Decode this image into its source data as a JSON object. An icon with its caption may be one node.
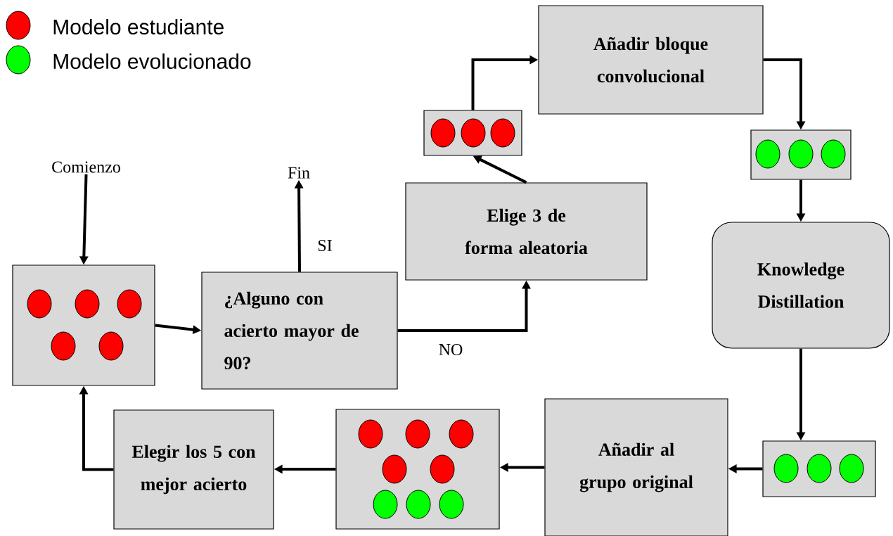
{
  "diagram": {
    "nodes": [
      {
        "text": [
          "Comienzo"
        ]
      },
      {
        "text": [],
        "shape": "box"
      },
      {
        "text": [
          "¿Alguno con acierto mayor de 90?"
        ]
      },
      {
        "text": [
          "Fin"
        ]
      },
      {
        "text": [
          "Elige 3 de forma aleatoria"
        ]
      },
      {
        "text": [],
        "shape": "box"
      },
      {
        "text": [
          "Añadir bloque convolucional"
        ]
      },
      {
        "text": [],
        "shape": "box"
      },
      {
        "text": [
          "Knowledge Distillation"
        ]
      },
      {
        "text": [],
        "shape": "box"
      },
      {
        "text": [
          "Añadir al grupo original"
        ]
      },
      {
        "text": [],
        "shape": "box"
      },
      {
        "text": [
          "Elegir los 5 con mejor acierto"
        ]
      }
    ],
    "edges": [
      {
        "from": 0,
        "to": 1,
        "arrow": "to"
      },
      {
        "from": 1,
        "to": 2,
        "arrow": "to"
      },
      {
        "from": 2,
        "to": 3,
        "arrow": "to",
        "label": "SI"
      },
      {
        "from": 2,
        "to": 4,
        "arrow": "to",
        "label": "NO"
      },
      {
        "from": 4,
        "to": 5,
        "arrow": "to"
      },
      {
        "from": 5,
        "to": 6,
        "arrow": "to"
      },
      {
        "from": 6,
        "to": 7,
        "arrow": "to"
      },
      {
        "from": 7,
        "to": 8,
        "arrow": "to"
      },
      {
        "from": 8,
        "to": 9,
        "arrow": "to"
      },
      {
        "from": 9,
        "to": 10,
        "arrow": "to"
      },
      {
        "from": 10,
        "to": 11,
        "arrow": "to"
      },
      {
        "from": 11,
        "to": 12,
        "arrow": "to"
      },
      {
        "from": 12,
        "to": 1,
        "arrow": "to"
      }
    ],
    "legend": [
      {
        "text": "Modelo estudiante",
        "color": "#ff0000"
      },
      {
        "text": "Modelo evolucionado",
        "color": "#00ff00"
      }
    ]
  }
}
